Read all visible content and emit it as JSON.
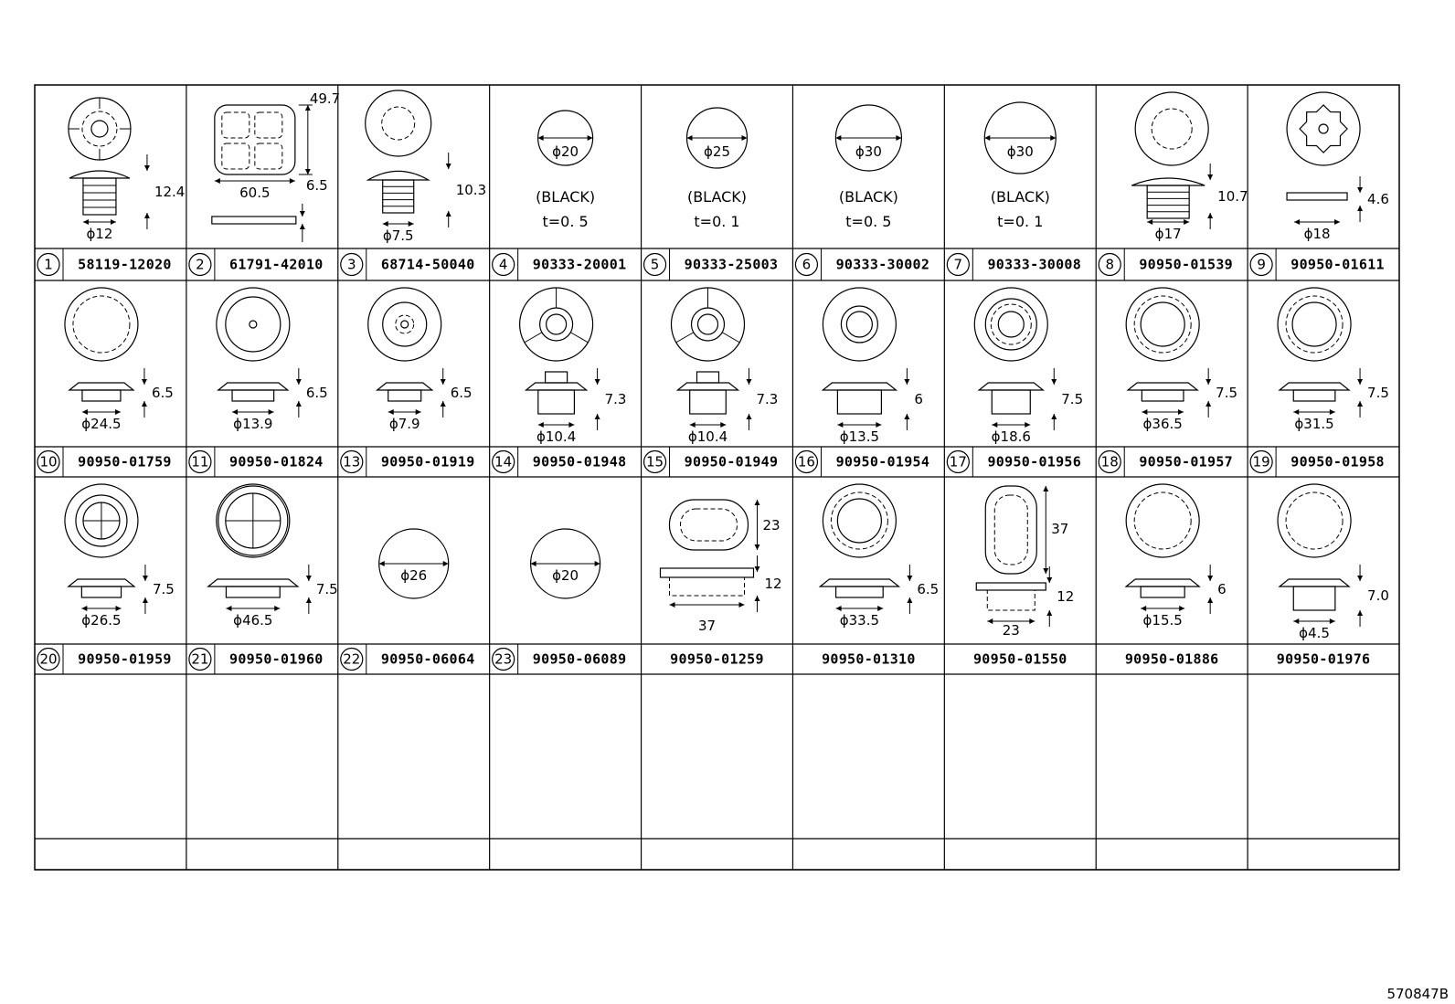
{
  "reference_code": "570847B",
  "rows": [
    [
      {
        "index": "1",
        "part_number": "58119-12020",
        "draw": "plug-a",
        "dims": {
          "h": "12.4",
          "d": "ϕ12"
        }
      },
      {
        "index": "2",
        "part_number": "61791-42010",
        "draw": "square",
        "dims": {
          "w": "60.5",
          "hh": "49.7",
          "t": "6.5"
        }
      },
      {
        "index": "3",
        "part_number": "68714-50040",
        "draw": "plug-b",
        "dims": {
          "h": "10.3",
          "d": "ϕ7.5"
        }
      },
      {
        "index": "4",
        "part_number": "90333-20001",
        "draw": "seal",
        "dims": {
          "d": "ϕ20",
          "note": "(BLACK)",
          "t": "t=0. 5"
        }
      },
      {
        "index": "5",
        "part_number": "90333-25003",
        "draw": "seal",
        "dims": {
          "d": "ϕ25",
          "note": "(BLACK)",
          "t": "t=0. 1"
        }
      },
      {
        "index": "6",
        "part_number": "90333-30002",
        "draw": "seal",
        "dims": {
          "d": "ϕ30",
          "note": "(BLACK)",
          "t": "t=0. 5"
        }
      },
      {
        "index": "7",
        "part_number": "90333-30008",
        "draw": "seal",
        "dims": {
          "d": "ϕ30",
          "note": "(BLACK)",
          "t": "t=0. 1"
        }
      },
      {
        "index": "8",
        "part_number": "90950-01539",
        "draw": "plug-c",
        "dims": {
          "h": "10.7",
          "d": "ϕ17"
        }
      },
      {
        "index": "9",
        "part_number": "90950-01611",
        "draw": "gear",
        "dims": {
          "h": "4.6",
          "d": "ϕ18"
        }
      }
    ],
    [
      {
        "index": "10",
        "part_number": "90950-01759",
        "draw": "flat",
        "dims": {
          "h": "6.5",
          "d": "ϕ24.5"
        }
      },
      {
        "index": "11",
        "part_number": "90950-01824",
        "draw": "dot",
        "dims": {
          "h": "6.5",
          "d": "ϕ13.9"
        }
      },
      {
        "index": "13",
        "part_number": "90950-01919",
        "draw": "dot-small",
        "dims": {
          "h": "6.5",
          "d": "ϕ7.9"
        }
      },
      {
        "index": "14",
        "part_number": "90950-01948",
        "draw": "tube",
        "dims": {
          "h": "7.3",
          "d": "ϕ10.4"
        }
      },
      {
        "index": "15",
        "part_number": "90950-01949",
        "draw": "tube",
        "dims": {
          "h": "7.3",
          "d": "ϕ10.4"
        }
      },
      {
        "index": "16",
        "part_number": "90950-01954",
        "draw": "ring",
        "dims": {
          "h": "6",
          "d": "ϕ13.5"
        }
      },
      {
        "index": "17",
        "part_number": "90950-01956",
        "draw": "ring-slot",
        "dims": {
          "h": "7.5",
          "d": "ϕ18.6"
        }
      },
      {
        "index": "18",
        "part_number": "90950-01957",
        "draw": "grommet",
        "dims": {
          "h": "7.5",
          "d": "ϕ36.5"
        }
      },
      {
        "index": "19",
        "part_number": "90950-01958",
        "draw": "grommet",
        "dims": {
          "h": "7.5",
          "d": "ϕ31.5"
        }
      }
    ],
    [
      {
        "index": "20",
        "part_number": "90950-01959",
        "draw": "cross-small",
        "dims": {
          "h": "7.5",
          "d": "ϕ26.5"
        }
      },
      {
        "index": "21",
        "part_number": "90950-01960",
        "draw": "cross-large",
        "dims": {
          "h": "7.5",
          "d": "ϕ46.5"
        }
      },
      {
        "index": "22",
        "part_number": "90950-06064",
        "draw": "seal-plain",
        "dims": {
          "d": "ϕ26"
        }
      },
      {
        "index": "23",
        "part_number": "90950-06089",
        "draw": "seal-plain",
        "dims": {
          "d": "ϕ20"
        }
      },
      {
        "index": "",
        "part_number": "90950-01259",
        "draw": "oval-h",
        "dims": {
          "hh": "23",
          "h": "12",
          "w": "37"
        }
      },
      {
        "index": "",
        "part_number": "90950-01310",
        "draw": "ring-large",
        "dims": {
          "h": "6.5",
          "d": "ϕ33.5"
        }
      },
      {
        "index": "",
        "part_number": "90950-01550",
        "draw": "oval-v",
        "dims": {
          "hh": "37",
          "h": "12",
          "w": "23"
        }
      },
      {
        "index": "",
        "part_number": "90950-01886",
        "draw": "plug-d",
        "dims": {
          "h": "6",
          "d": "ϕ15.5"
        }
      },
      {
        "index": "",
        "part_number": "90950-01976",
        "draw": "plug-e",
        "dims": {
          "h": "7.0",
          "d": "ϕ4.5"
        }
      }
    ]
  ]
}
